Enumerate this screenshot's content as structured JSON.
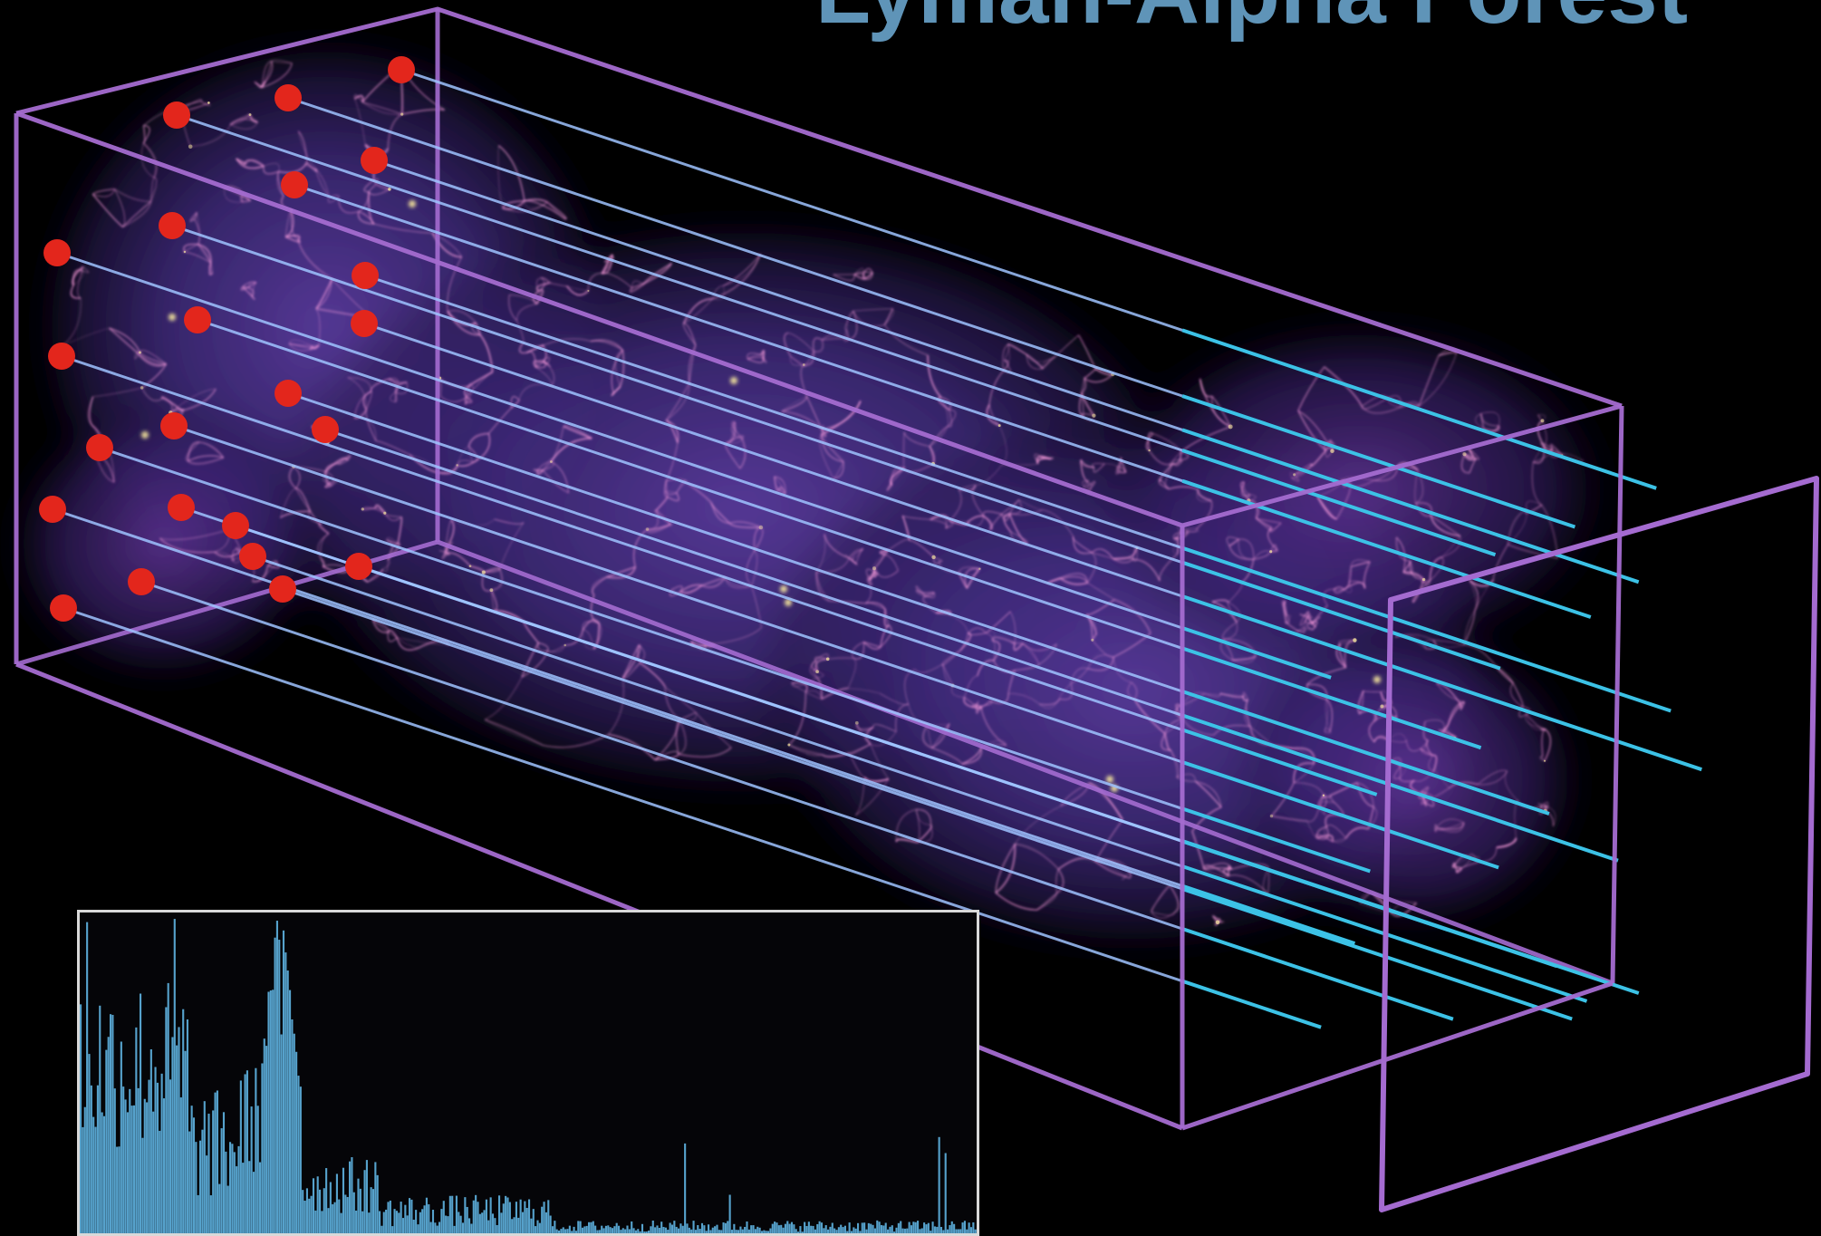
{
  "title": "Lyman-Alpha Forest",
  "colors": {
    "background": "#000000",
    "title": "#5f94b8",
    "box_edges": "#a46bd0",
    "sightline": "#9fc3ff",
    "sightline_exit": "#3cc2e6",
    "quasar": "#e3261c",
    "spectrum": "#5fb4e2",
    "panel_border": "#d9d9d9",
    "filaments": "#ff9fe0",
    "nodes": "#fff0a0"
  },
  "icons": {
    "quasar": "red-dot",
    "sightline": "straight-line",
    "detector": "rectangular-frame"
  },
  "sightline_count": 23,
  "spectrum": {
    "type": "absorption-spectrum",
    "x_labels": [],
    "y_labels": []
  }
}
